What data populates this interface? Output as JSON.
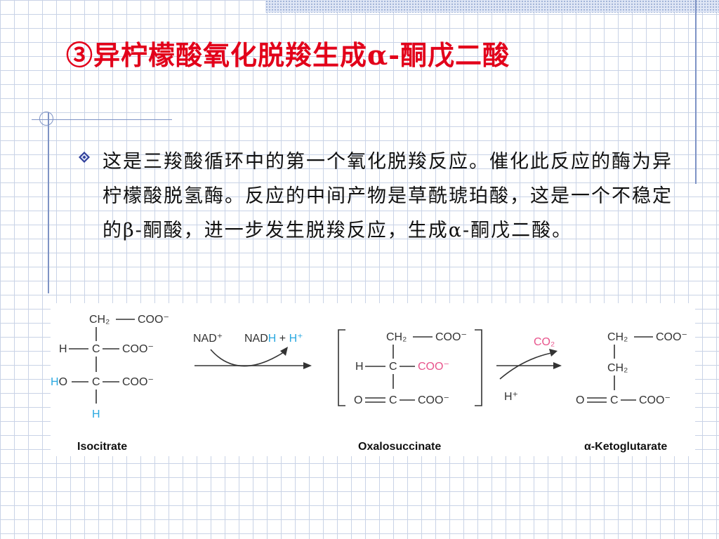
{
  "slide": {
    "title": "③异柠檬酸氧化脱羧生成α-酮戊二酸",
    "body_text": "这是三羧酸循环中的第一个氧化脱羧反应。催化此反应的酶为异柠檬酸脱氢酶。反应的中间产物是草酰琥珀酸，这是一个不稳定的β-酮酸，进一步发生脱羧反应，生成α-酮戊二酸。",
    "bullet_icon": "diamond-bullet-icon"
  },
  "reaction": {
    "isocitrate": {
      "label": "Isocitrate",
      "row1_group": "CH₂",
      "row1_sub": "COO⁻",
      "row2_left": "H",
      "row2_center": "C",
      "row2_sub": "COO⁻",
      "row3_left_h": "H",
      "row3_left_o": "O",
      "row3_center": "C",
      "row3_sub": "COO⁻",
      "row4_bottom": "H"
    },
    "step1": {
      "cofactor_in": "NAD⁺",
      "cofactor_out_a": "NAD",
      "cofactor_out_b": "H",
      "cofactor_out_c": " + ",
      "cofactor_out_d": "H⁺"
    },
    "oxalosuccinate": {
      "label": "Oxalosuccinate",
      "row1_group": "CH₂",
      "row1_sub": "COO⁻",
      "row2_left": "H",
      "row2_center": "C",
      "row2_sub": "COO⁻",
      "row3_left": "O",
      "row3_center": "C",
      "row3_sub": "COO⁻"
    },
    "step2": {
      "product_gas": "CO₂",
      "proton_in": "H⁺"
    },
    "ketoglutarate": {
      "label": "α-Ketoglutarate",
      "row1_group": "CH₂",
      "row1_sub": "COO⁻",
      "row2_group": "CH₂",
      "row3_left": "O",
      "row3_center": "C",
      "row3_sub": "COO⁻"
    },
    "colors": {
      "title": "#e2001a",
      "highlight_blue": "#29a8e0",
      "highlight_pink": "#e8548c",
      "text": "#333333"
    }
  }
}
